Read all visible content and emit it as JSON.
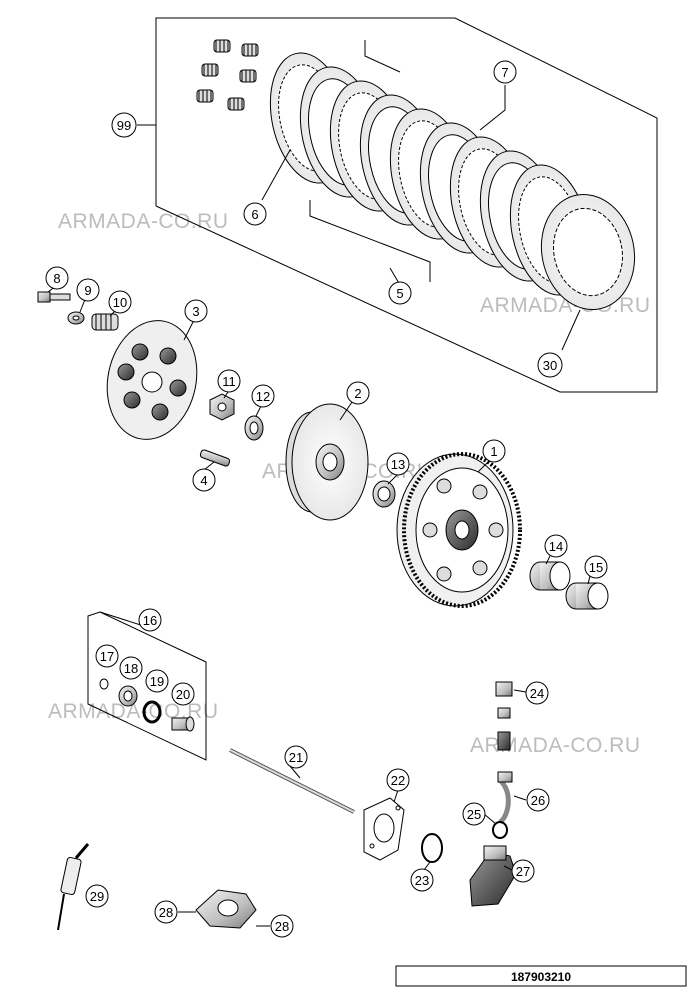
{
  "diagram": {
    "reference_number": "187903210",
    "watermarks": [
      "ARMADA-CO.RU",
      "ARMADA-CO.RU",
      "ARMADA-CO.RU",
      "ARMADA-CO.RU",
      "ARMADA-CO.RU"
    ],
    "callouts": {
      "c99": "99",
      "c6": "6",
      "c7": "7",
      "c5": "5",
      "c30": "30",
      "c8": "8",
      "c9": "9",
      "c10": "10",
      "c3": "3",
      "c11": "11",
      "c12": "12",
      "c4": "4",
      "c2": "2",
      "c13": "13",
      "c1": "1",
      "c14": "14",
      "c15": "15",
      "c16": "16",
      "c17": "17",
      "c18": "18",
      "c19": "19",
      "c20": "20",
      "c21": "21",
      "c22": "22",
      "c23": "23",
      "c24": "24",
      "c25": "25",
      "c26": "26",
      "c27": "27",
      "c29": "29",
      "c28a": "28",
      "c28b": "28"
    }
  }
}
